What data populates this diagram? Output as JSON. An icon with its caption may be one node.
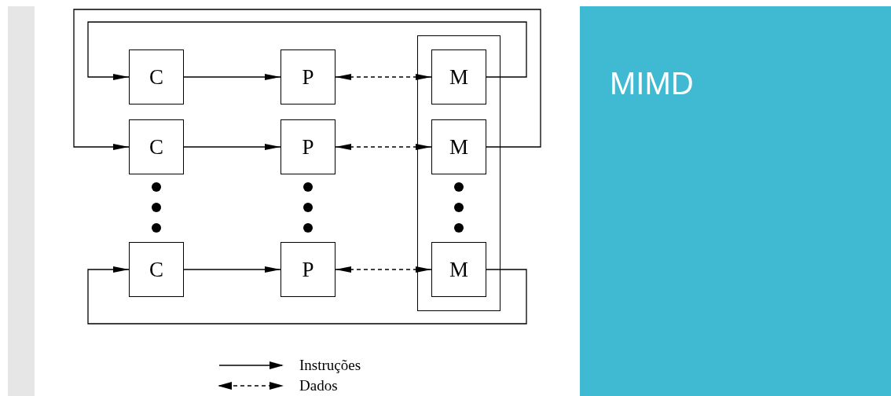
{
  "diagram": {
    "title": "MIMD",
    "nodes": [
      {
        "text": [],
        "shape": "box"
      },
      {
        "text": [
          "C"
        ]
      },
      {
        "text": [
          "P"
        ]
      },
      {
        "text": [
          "M"
        ],
        "in": 0
      },
      {
        "text": [
          "C"
        ]
      },
      {
        "text": [
          "P"
        ]
      },
      {
        "text": [
          "M"
        ],
        "in": 0
      },
      {
        "text": [
          "C"
        ]
      },
      {
        "text": [
          "P"
        ]
      },
      {
        "text": [
          "M"
        ],
        "in": 0
      }
    ],
    "edges": [
      {
        "from": 1,
        "to": 2,
        "arrow": "to"
      },
      {
        "from": 2,
        "to": 3,
        "arrow": "both",
        "style": "dashed"
      },
      {
        "from": 4,
        "to": 5,
        "arrow": "to"
      },
      {
        "from": 5,
        "to": 6,
        "arrow": "both",
        "style": "dashed"
      },
      {
        "from": 7,
        "to": 8,
        "arrow": "to"
      },
      {
        "from": 8,
        "to": 9,
        "arrow": "both",
        "style": "dashed"
      },
      {
        "from": 3,
        "to": 1,
        "arrow": "to"
      },
      {
        "from": 6,
        "to": 4,
        "arrow": "to"
      },
      {
        "from": 9,
        "to": 7,
        "arrow": "to"
      }
    ],
    "legend": [
      {
        "text": "Instruções"
      },
      {
        "text": "Dados"
      }
    ]
  }
}
